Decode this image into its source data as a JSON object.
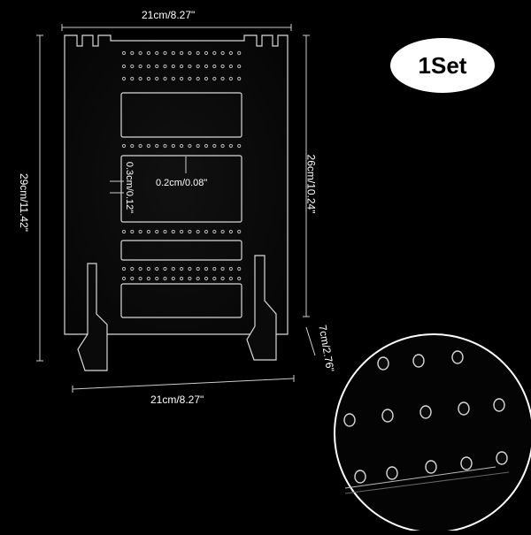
{
  "badge": {
    "text": "1Set"
  },
  "dimensions": {
    "top_width": "21cm/8.27\"",
    "bottom_width": "21cm/8.27\"",
    "total_height": "29cm/11.42\"",
    "panel_height": "26cm/10.24\"",
    "stand_height": "7cm/2.76\"",
    "hole_spacing": "0.3cm/0.12\"",
    "hole_diameter": "0.2cm/0.08\""
  },
  "colors": {
    "background": "#000000",
    "acrylic_edge": "#d9d9d9",
    "badge_fill": "#ffffff",
    "badge_text": "#000000",
    "text": "#ffffff"
  }
}
